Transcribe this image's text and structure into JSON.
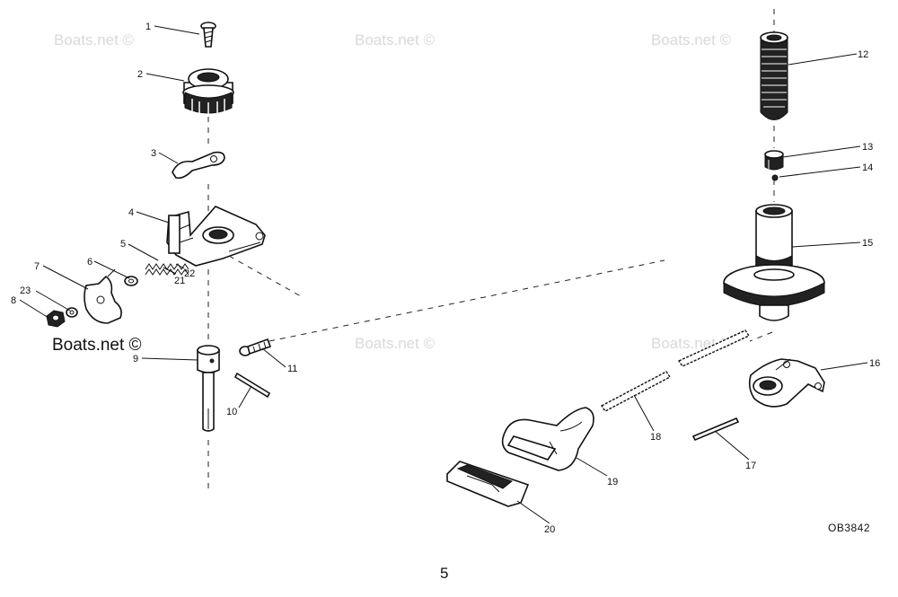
{
  "watermarks": [
    "Boats.net ©",
    "Boats.net ©",
    "Boats.net ©",
    "Boats.net ©",
    "Boats.net ©",
    "Boats.net ©"
  ],
  "diagram_code": "OB3842",
  "page_number": "5",
  "callouts": [
    "1",
    "2",
    "3",
    "4",
    "5",
    "6",
    "7",
    "8",
    "9",
    "10",
    "11",
    "12",
    "13",
    "14",
    "15",
    "16",
    "17",
    "18",
    "19",
    "20",
    "21",
    "22",
    "23"
  ],
  "colors": {
    "ink": "#111111",
    "watermark": "#d9d9d9",
    "paper": "#ffffff"
  }
}
